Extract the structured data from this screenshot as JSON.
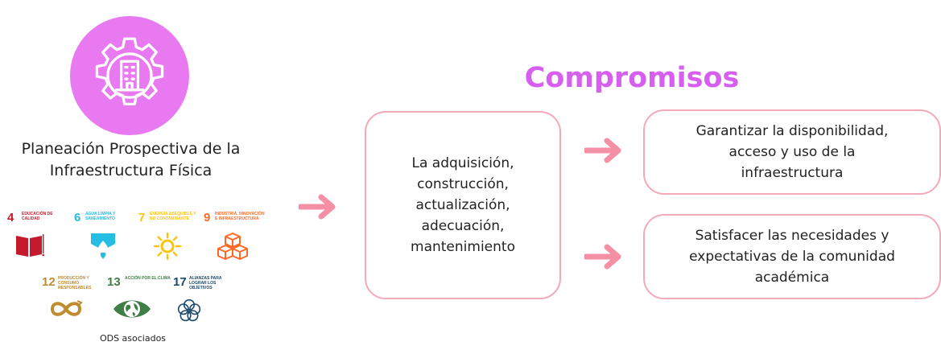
{
  "planeacion": {
    "title_line1": "Planeación Prospectiva de la",
    "title_line2": "Infraestructura Física",
    "hero_icon": "gear-building-icon"
  },
  "ods": {
    "caption": "ODS asociados",
    "items": [
      {
        "number": "4",
        "label": "Educación de calidad",
        "color": "#c5192d",
        "icon": "book-icon"
      },
      {
        "number": "6",
        "label": "Agua limpia y saneamiento",
        "color": "#26bde2",
        "icon": "water-drop-icon"
      },
      {
        "number": "7",
        "label": "Energía asequible y no contaminante",
        "color": "#fcc30b",
        "icon": "sun-icon"
      },
      {
        "number": "9",
        "label": "Industria, innovación e infraestructura",
        "color": "#fd6925",
        "icon": "cubes-icon"
      },
      {
        "number": "12",
        "label": "Producción y consumo responsables",
        "color": "#bf8b2e",
        "icon": "infinity-icon"
      },
      {
        "number": "13",
        "label": "Acción por el clima",
        "color": "#3f7e44",
        "icon": "eye-earth-icon"
      },
      {
        "number": "17",
        "label": "Alianzas para lograr los objetivos",
        "color": "#19486a",
        "icon": "rings-icon"
      }
    ]
  },
  "compromisos": {
    "heading": "Compromisos",
    "center_lines": [
      "La adquisición,",
      "construcción,",
      "actualización,",
      "adecuación,",
      "mantenimiento"
    ],
    "top_lines": [
      "Garantizar la disponibilidad,",
      "acceso y uso de la",
      "infraestructura"
    ],
    "bottom_lines": [
      "Satisfacer las necesidades y",
      "expectativas de la comunidad",
      "académica"
    ]
  },
  "colors": {
    "accent_purple": "#e879f0",
    "heading": "#d65ff0",
    "arrow": "#f48fa5",
    "box_border": "#f4a9b8"
  }
}
